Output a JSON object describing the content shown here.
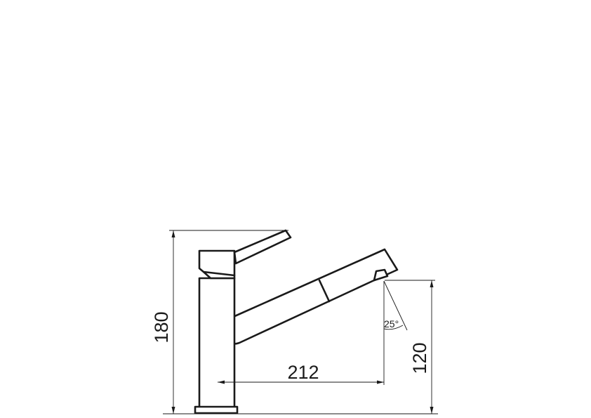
{
  "drawing": {
    "dimensions": {
      "total_height": "180",
      "spout_height": "120",
      "spout_reach": "212",
      "spout_angle": "25°"
    }
  }
}
